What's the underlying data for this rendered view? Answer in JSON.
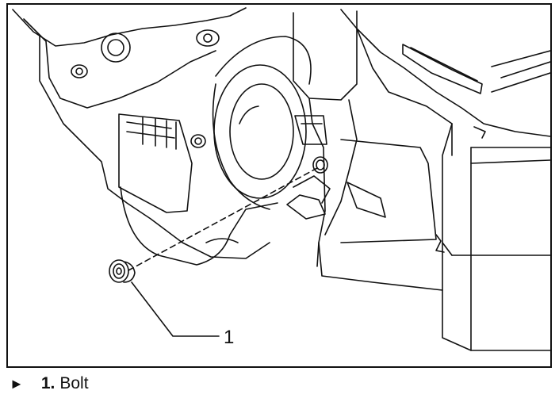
{
  "figure": {
    "callouts": [
      {
        "number": "1",
        "label": "Bolt"
      }
    ]
  },
  "caption": {
    "marker": "►",
    "items": [
      {
        "number": "1.",
        "label": "Bolt"
      }
    ]
  }
}
